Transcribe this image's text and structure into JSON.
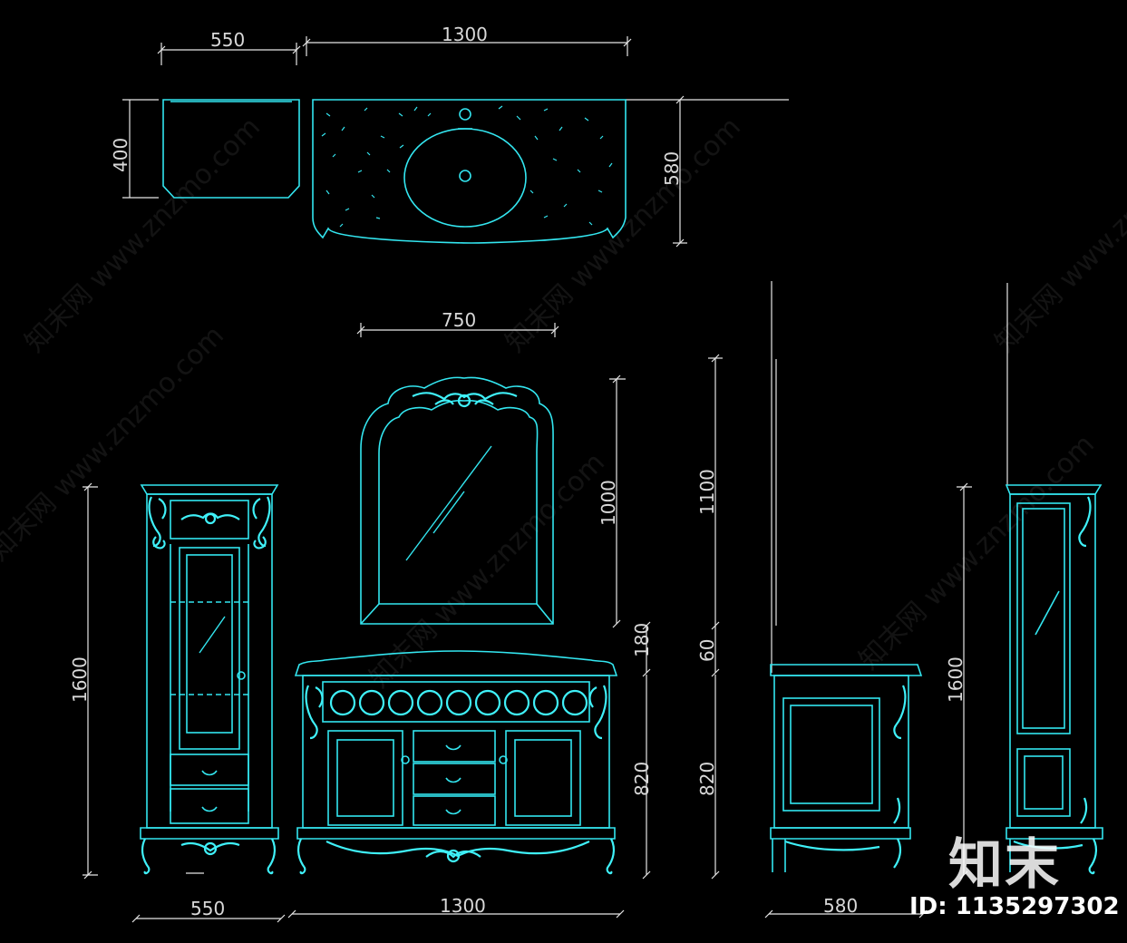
{
  "drawing": {
    "colors": {
      "background": "#000000",
      "line": "#33e6f0",
      "dimension": "#e6e6e6"
    },
    "watermark": "知末网 www.znzmo.com",
    "logo": "知末",
    "id_label": "ID: 1135297302"
  },
  "plan_view": {
    "dim_top_left": "550",
    "dim_top_right": "1300",
    "dim_left": "400",
    "dim_right": "580"
  },
  "mirror": {
    "dim_width": "750",
    "dim_height": "1000"
  },
  "front_view": {
    "dim_tall_cabinet_height": "1600",
    "dim_gap": "180",
    "dim_vanity_height": "820",
    "dim_tall_cabinet_width": "550",
    "dim_vanity_width": "1300"
  },
  "side_view": {
    "dim_mirror_height": "1100",
    "dim_gap": "60",
    "dim_vanity_height": "820",
    "dim_depth": "580",
    "dim_tall_cabinet_height": "1600"
  }
}
